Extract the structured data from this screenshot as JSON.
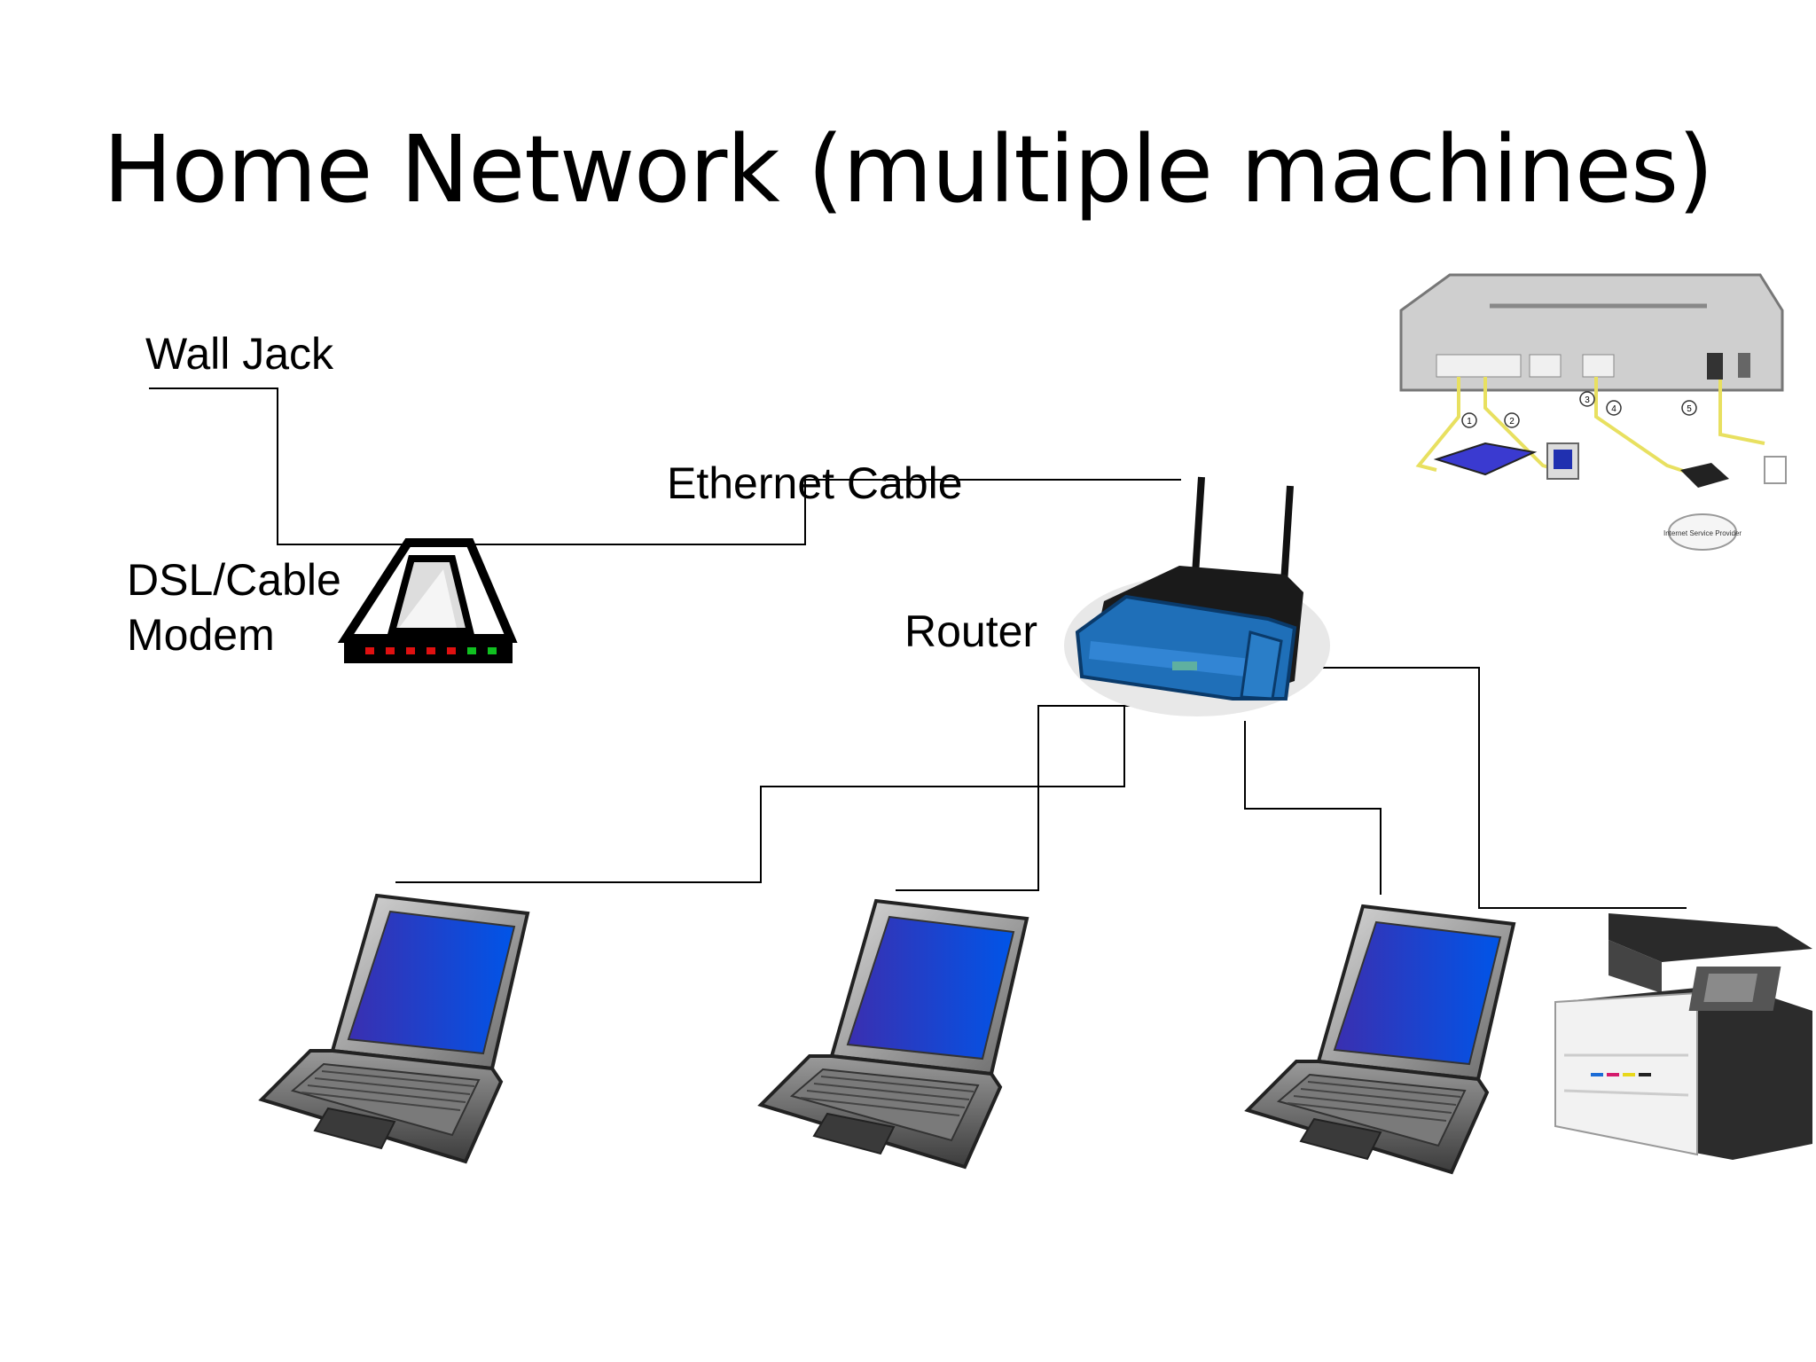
{
  "slide": {
    "title": "Home Network (multiple machines)"
  },
  "labels": {
    "wall_jack": "Wall Jack",
    "ethernet_cable": "Ethernet Cable",
    "modem_line1": "DSL/Cable",
    "modem_line2": "Modem",
    "router": "Router"
  },
  "inset": {
    "isp_label": "Internet Service Provider",
    "step_numbers": [
      "1",
      "2",
      "3",
      "4",
      "5"
    ]
  },
  "colors": {
    "laptop_screen": "#1b3fd6",
    "router_body": "#1f6fb8",
    "modem_led_red": "#e01010",
    "modem_led_green": "#10c020",
    "cable_yellow": "#e8e060"
  },
  "icons": [
    "modem-icon",
    "router-icon",
    "laptop-icon",
    "printer-icon",
    "router-rear-panel-diagram"
  ]
}
